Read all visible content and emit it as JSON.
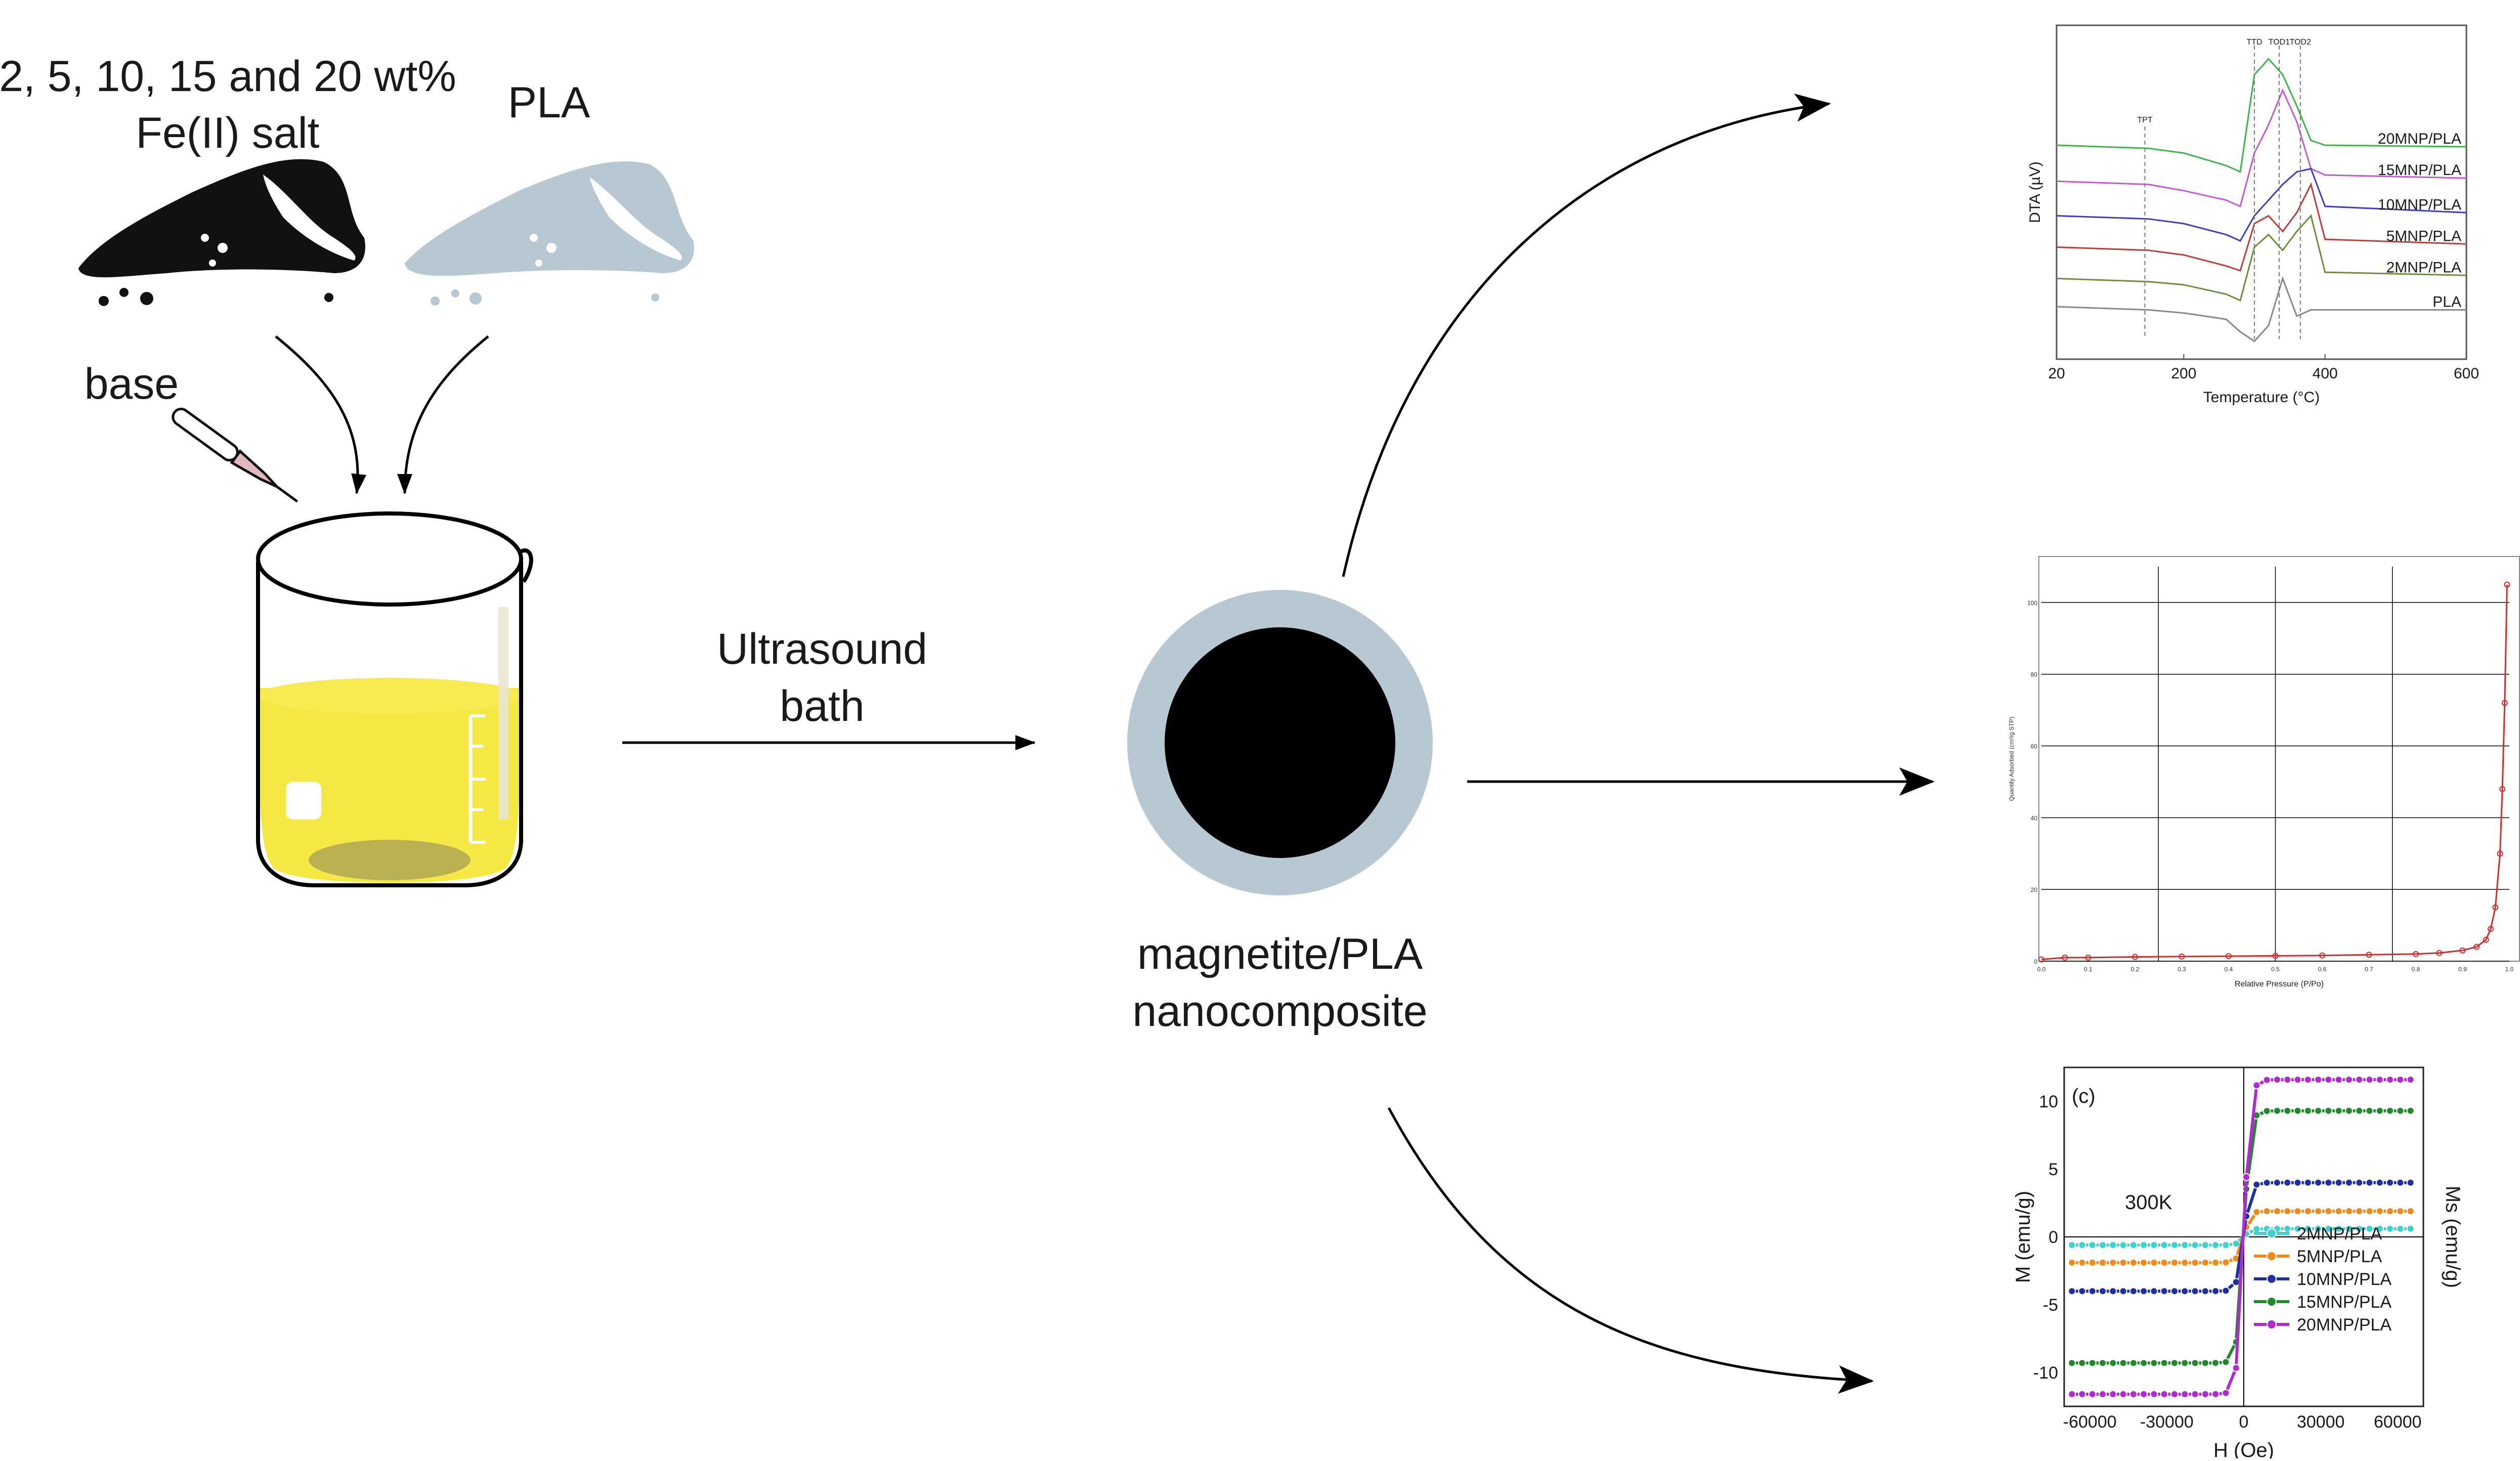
{
  "labels": {
    "salt_line1": "2, 5, 10, 15 and 20 wt%",
    "salt_line2": "Fe(II) salt",
    "pla": "PLA",
    "base": "base",
    "ultrasound_line1": "Ultrasound",
    "ultrasound_line2": "bath",
    "product_line1": "magnetite/PLA",
    "product_line2": "nanocomposite"
  },
  "colors": {
    "powder_dark": "#111111",
    "powder_pla": "#b8c8d2",
    "liquid": "#f5e845",
    "shell": "#b8c8d2",
    "core": "#000000"
  },
  "chart_data": [
    {
      "type": "line",
      "title": "",
      "xlabel": "Temperature (°C)",
      "ylabel": "DTA (µV)",
      "xlim": [
        20,
        600
      ],
      "x_ticks": [
        "20",
        "200",
        "400",
        "600"
      ],
      "annotations": [
        "TPT",
        "TTD",
        "TOD1",
        "TOD2"
      ],
      "series": [
        {
          "name": "20MNP/PLA",
          "color": "#3cb54a",
          "x": [
            20,
            150,
            200,
            260,
            280,
            300,
            320,
            340,
            360,
            380,
            400,
            600
          ],
          "y": [
            105,
            103,
            100,
            92,
            88,
            150,
            160,
            150,
            130,
            108,
            105,
            104
          ]
        },
        {
          "name": "15MNP/PLA",
          "color": "#c65ad6",
          "x": [
            20,
            150,
            200,
            260,
            280,
            300,
            320,
            340,
            360,
            380,
            400,
            600
          ],
          "y": [
            82,
            80,
            76,
            70,
            66,
            100,
            118,
            140,
            120,
            90,
            86,
            84
          ]
        },
        {
          "name": "10MNP/PLA",
          "color": "#3d3dc4",
          "x": [
            20,
            150,
            200,
            260,
            280,
            300,
            320,
            340,
            360,
            380,
            400,
            600
          ],
          "y": [
            60,
            58,
            55,
            48,
            44,
            60,
            70,
            80,
            88,
            90,
            66,
            62
          ]
        },
        {
          "name": "5MNP/PLA",
          "color": "#c23a3a",
          "x": [
            20,
            150,
            200,
            260,
            280,
            300,
            320,
            340,
            360,
            380,
            400,
            600
          ],
          "y": [
            40,
            38,
            35,
            28,
            25,
            55,
            60,
            50,
            62,
            80,
            45,
            42
          ]
        },
        {
          "name": "2MNP/PLA",
          "color": "#6b8e3a",
          "x": [
            20,
            150,
            200,
            260,
            280,
            300,
            320,
            340,
            360,
            380,
            400,
            600
          ],
          "y": [
            20,
            18,
            16,
            10,
            6,
            40,
            48,
            38,
            50,
            60,
            24,
            22
          ]
        },
        {
          "name": "PLA",
          "color": "#888888",
          "x": [
            20,
            150,
            200,
            260,
            280,
            300,
            320,
            340,
            360,
            380,
            400,
            600
          ],
          "y": [
            2,
            0,
            -2,
            -6,
            -14,
            -20,
            -10,
            20,
            -4,
            0,
            0,
            0
          ]
        }
      ]
    },
    {
      "type": "scatter",
      "title": "",
      "xlabel": "Relative Pressure (P/Po)",
      "ylabel": "Quantity Adsorbed (cm³/g STP)",
      "xlim": [
        0,
        1.0
      ],
      "ylim": [
        0,
        110
      ],
      "x_ticks": [
        "0.0",
        "0.1",
        "0.2",
        "0.3",
        "0.4",
        "0.5",
        "0.6",
        "0.7",
        "0.8",
        "0.9",
        "1.0"
      ],
      "y_ticks": [
        "0",
        "20",
        "40",
        "60",
        "80",
        "100"
      ],
      "series": [
        {
          "color": "#d62b2b",
          "x": [
            0.0,
            0.05,
            0.1,
            0.2,
            0.3,
            0.4,
            0.5,
            0.6,
            0.7,
            0.8,
            0.85,
            0.9,
            0.93,
            0.95,
            0.96,
            0.97,
            0.98,
            0.985,
            0.99,
            0.995
          ],
          "y": [
            0.5,
            1,
            1,
            1.2,
            1.3,
            1.4,
            1.5,
            1.6,
            1.8,
            2,
            2.3,
            3,
            4,
            6,
            9,
            15,
            30,
            48,
            72,
            105
          ]
        }
      ]
    },
    {
      "type": "scatter",
      "title": "",
      "panel_label": "(c)",
      "annotation": "300K",
      "xlabel": "H (Oe)",
      "ylabel": "M (emu/g)",
      "ylabel_right": "Ms (emu/g)",
      "xlim": [
        -70000,
        70000
      ],
      "ylim": [
        -12.5,
        12.5
      ],
      "x_ticks": [
        "-60000",
        "-30000",
        "0",
        "30000",
        "60000"
      ],
      "y_ticks": [
        "10",
        "5",
        "0",
        "-5",
        "-10"
      ],
      "legend_position": "lower-right",
      "series": [
        {
          "name": "2MNP/PLA",
          "color": "#3fd0d0",
          "ms": 0.6
        },
        {
          "name": "5MNP/PLA",
          "color": "#f28a1a",
          "ms": 1.9
        },
        {
          "name": "10MNP/PLA",
          "color": "#1f2fa3",
          "ms": 4.0
        },
        {
          "name": "15MNP/PLA",
          "color": "#1e8a2a",
          "ms": 9.3
        },
        {
          "name": "20MNP/PLA",
          "color": "#b02ad0",
          "ms": 11.6
        }
      ]
    }
  ]
}
